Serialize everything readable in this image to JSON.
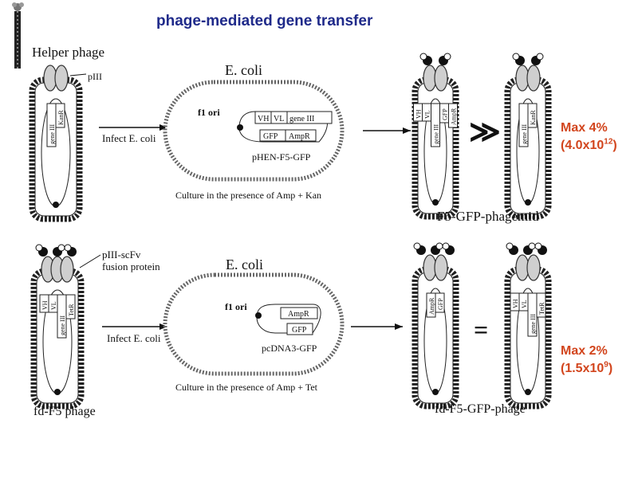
{
  "title": "phage-mediated gene transfer",
  "top_row": {
    "helper_label": "Helper phage",
    "protein_label": "pIII",
    "helper_genes": [
      "gene III",
      "KanR"
    ],
    "infect_label": "Infect E. coli",
    "ecoli_label": "E. coli",
    "ori_label": "f1 ori",
    "plasmid_genes_row1": [
      "VH",
      "VL",
      "gene III"
    ],
    "plasmid_genes_row2": [
      "GFP",
      "AmpR"
    ],
    "plasmid_name": "pHEN-F5-GFP",
    "culture_label": "Culture in the presence of Amp + Kan",
    "product_label": "F5-GFP-phagemid",
    "result_phage1_genes": [
      "VH",
      "VL",
      "gene III",
      "GFP",
      "AmpR"
    ],
    "result_phage2_genes": [
      "gene III",
      "KanR"
    ],
    "relation_symbol": "≫",
    "max_label": "Max 4%",
    "titer_base": "(4.0x10",
    "titer_exp": "12",
    "titer_close": ")"
  },
  "bottom_row": {
    "protein_label": "pIII-scFv",
    "protein_label2": "fusion protein",
    "phage_genes": [
      "VH",
      "VL",
      "gene III",
      "TetR"
    ],
    "phage_label": "fd-F5 phage",
    "infect_label": "Infect E. coli",
    "ecoli_label": "E. coli",
    "ori_label": "f1 ori",
    "plasmid_genes": [
      "AmpR",
      "GFP"
    ],
    "plasmid_name": "pcDNA3-GFP",
    "culture_label": "Culture in the presence of Amp + Tet",
    "product_label": "fd-F5-GFP-phage",
    "result_phage1_genes": [
      "AmpR",
      "GFP"
    ],
    "result_phage2_genes": [
      "VH",
      "VL",
      "gene III",
      "TetR"
    ],
    "relation_symbol": "=",
    "max_label": "Max 2%",
    "titer_base": "(1.5x10",
    "titer_exp": "9",
    "titer_close": ")"
  },
  "colors": {
    "title": "#1f2a8a",
    "highlight": "#d2451d"
  }
}
